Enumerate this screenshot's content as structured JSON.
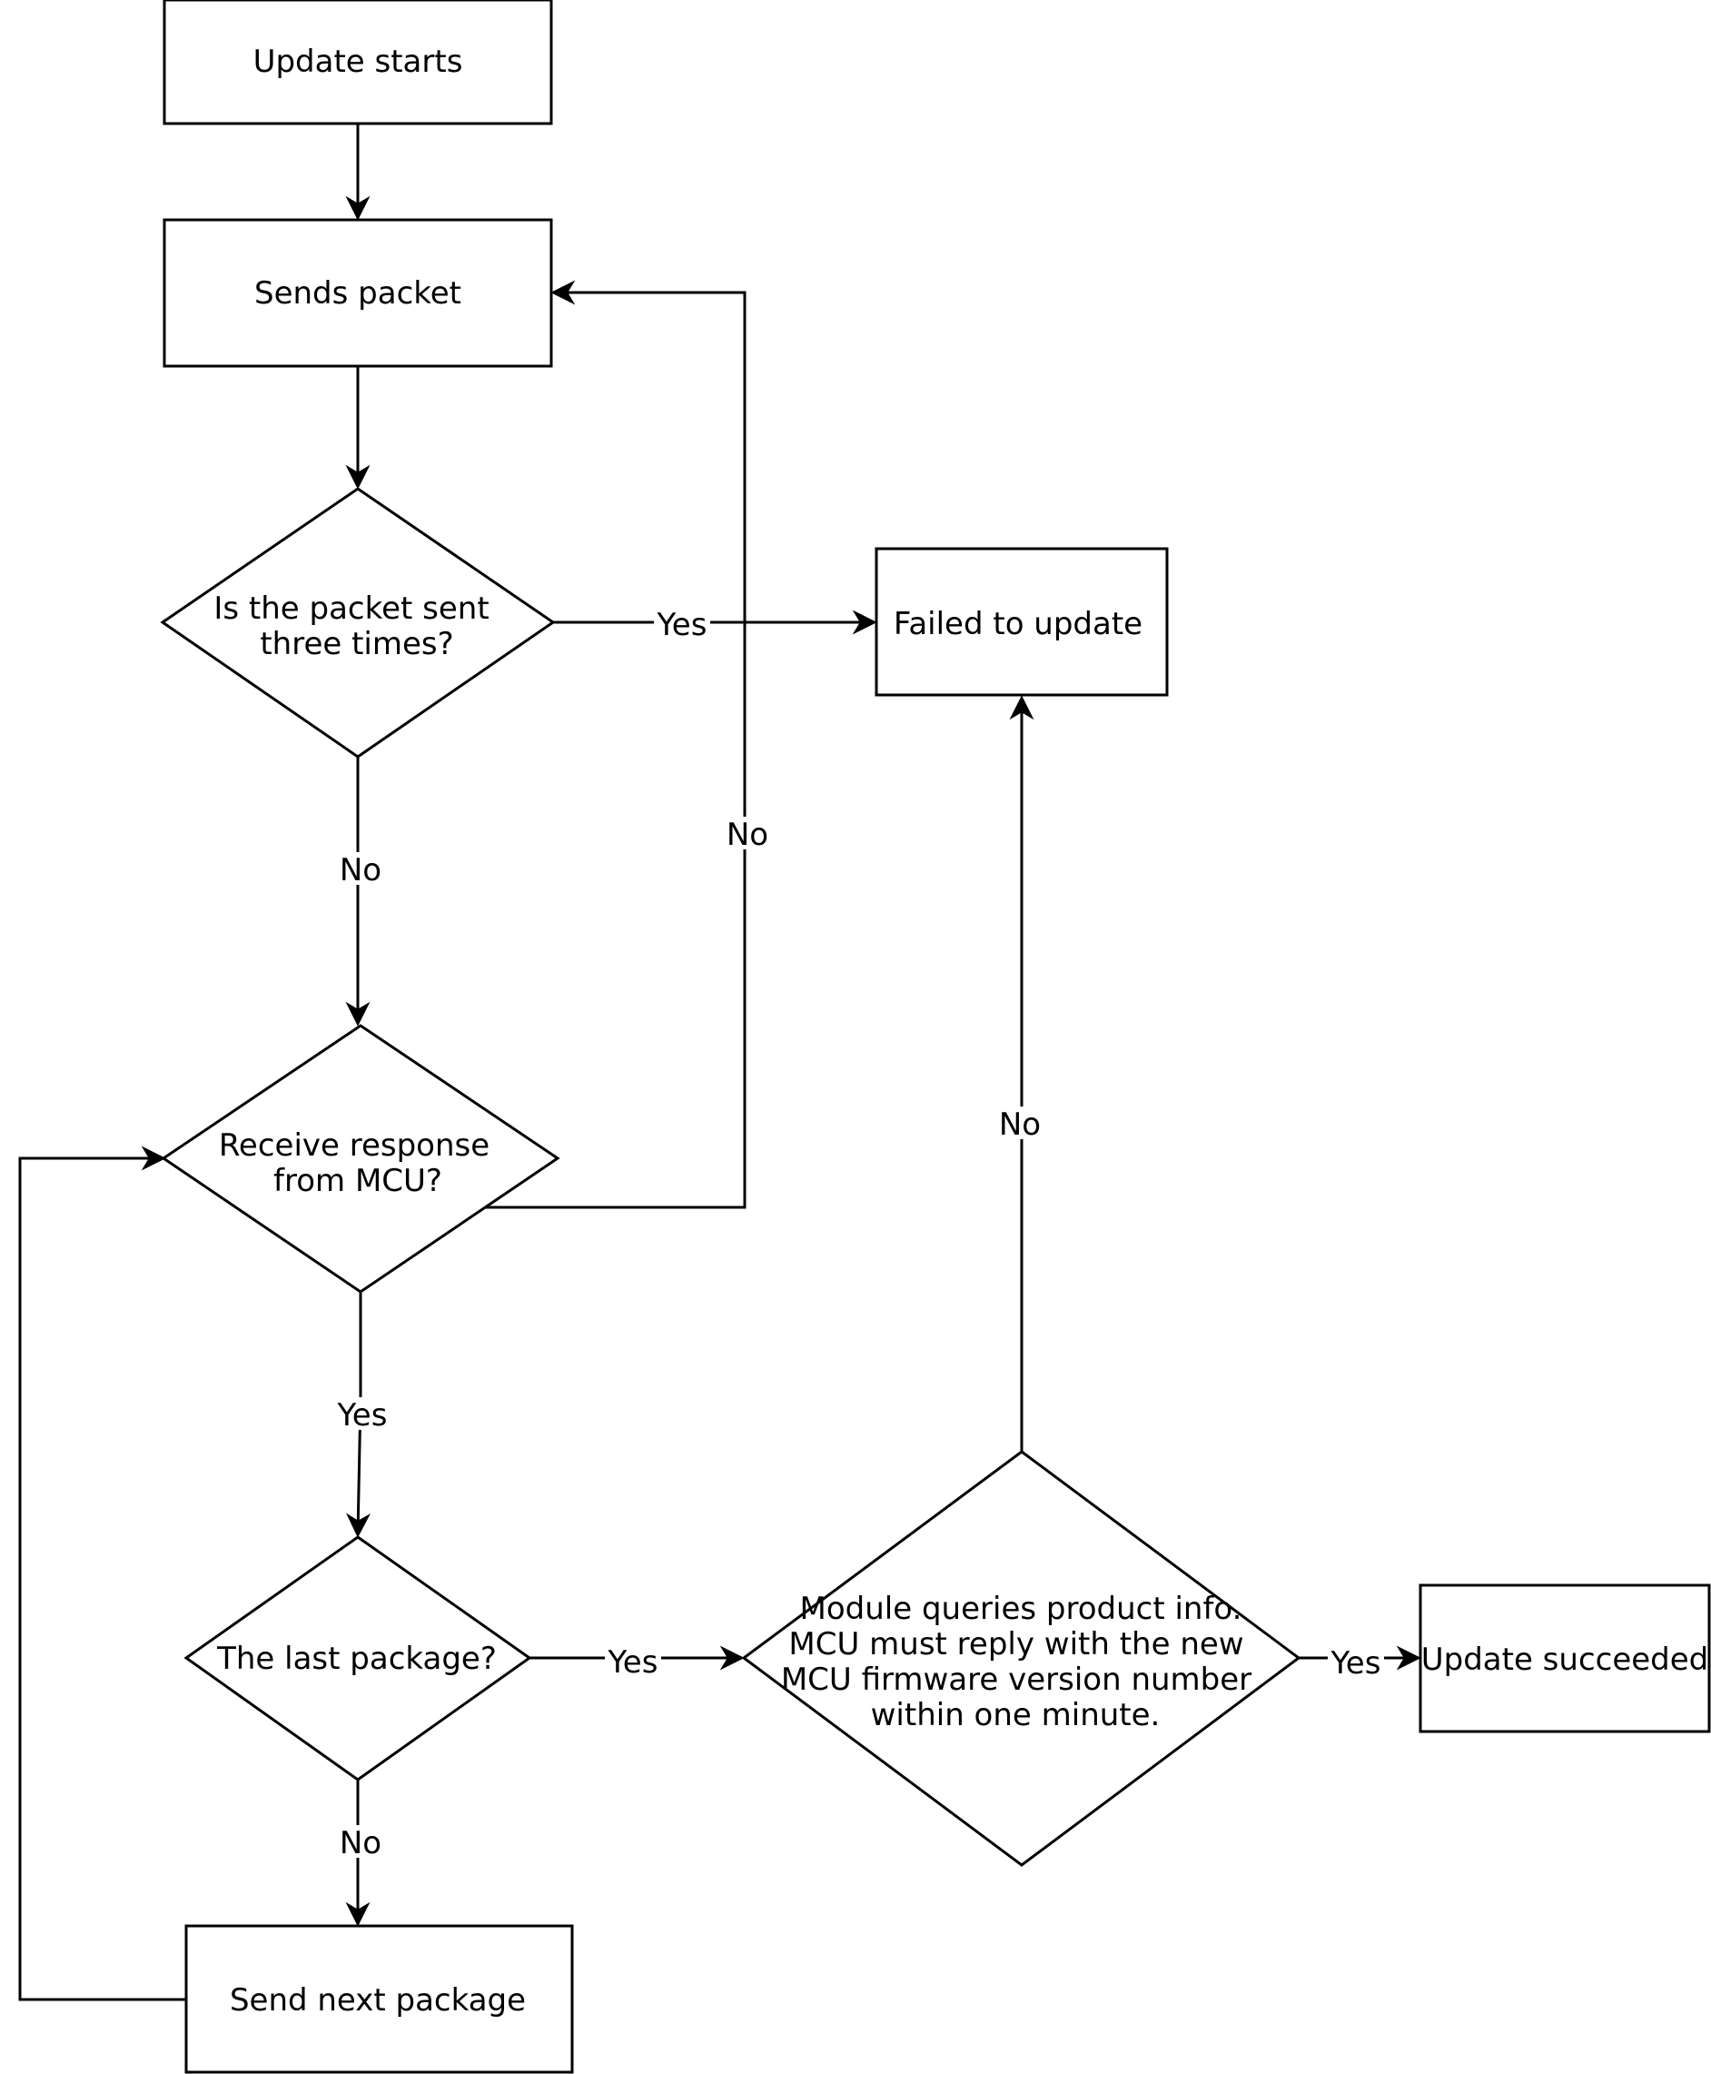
{
  "nodes": {
    "update_starts": "Update starts",
    "sends_packet": "Sends packet",
    "sent_three_times": [
      "Is the packet sent",
      "three times?"
    ],
    "failed": "Failed to update",
    "receive_response": [
      "Receive response",
      "from MCU?"
    ],
    "last_package": "The last package?",
    "query_info": [
      "Module queries product info.",
      "MCU must reply with the new",
      "MCU firmware version number",
      "within one minute."
    ],
    "succeeded": "Update succeeded",
    "send_next": "Send next package"
  },
  "edges": {
    "three_yes": "Yes",
    "three_no": "No",
    "response_no": "No",
    "response_yes": "Yes",
    "last_yes": "Yes",
    "last_no": "No",
    "query_no": "No",
    "query_yes": "Yes"
  }
}
